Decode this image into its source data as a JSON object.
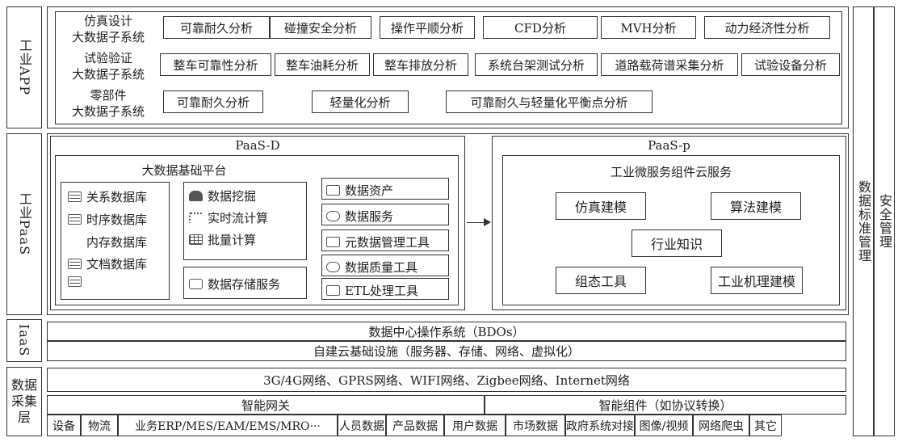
{
  "layers": {
    "app": "工业APP",
    "paas": "工业PaaS",
    "iaas": "IaaS",
    "collect": "数据采集层"
  },
  "right": {
    "data_std": "数据标准管理",
    "security": "安全管理"
  },
  "app": {
    "rows": [
      {
        "system": "仿真设计\n大数据子系统",
        "items": [
          "可靠耐久分析",
          "碰撞安全分析",
          "操作平顺分析",
          "CFD分析",
          "MVH分析",
          "动力经济性分析"
        ]
      },
      {
        "system": "试验验证\n大数据子系统",
        "items": [
          "整车可靠性分析",
          "整车油耗分析",
          "整车排放分析",
          "系统台架测试分析",
          "道路载荷谱采集分析",
          "试验设备分析"
        ]
      },
      {
        "system": "零部件\n大数据子系统",
        "items": [
          "可靠耐久分析",
          "轻量化分析",
          "可靠耐久与轻量化平衡点分析"
        ]
      }
    ]
  },
  "paas_d": {
    "title": "PaaS-D",
    "platform_title": "大数据基础平台",
    "databases": [
      "关系数据库",
      "时序数据库",
      "内存数据库",
      "文档数据库"
    ],
    "compute": [
      "数据挖掘",
      "实时流计算",
      "批量计算"
    ],
    "storage": "数据存储服务",
    "tools": [
      "数据资产",
      "数据服务",
      "元数据管理工具",
      "数据质量工具",
      "ETL处理工具"
    ]
  },
  "paas_p": {
    "title": "PaaS-p",
    "cloud_title": "工业微服务组件云服务",
    "items": [
      "仿真建模",
      "算法建模",
      "行业知识",
      "组态工具",
      "工业机理建模"
    ]
  },
  "iaas": {
    "os": "数据中心操作系统（BDOs）",
    "infra": "自建云基础设施（服务器、存储、网络、虚拟化）"
  },
  "collect": {
    "network": "3G/4G网络、GPRS网络、WIFI网络、Zigbee网络、Internet网络",
    "gateway": "智能网关",
    "component": "智能组件（如协议转换）",
    "sources": [
      "设备",
      "物流",
      "业务ERP/MES/EAM/EMS/MRO···",
      "人员数据",
      "产品数据",
      "用户数据",
      "市场数据",
      "政府系统对接",
      "图像/视频",
      "网络爬虫",
      "其它"
    ]
  }
}
